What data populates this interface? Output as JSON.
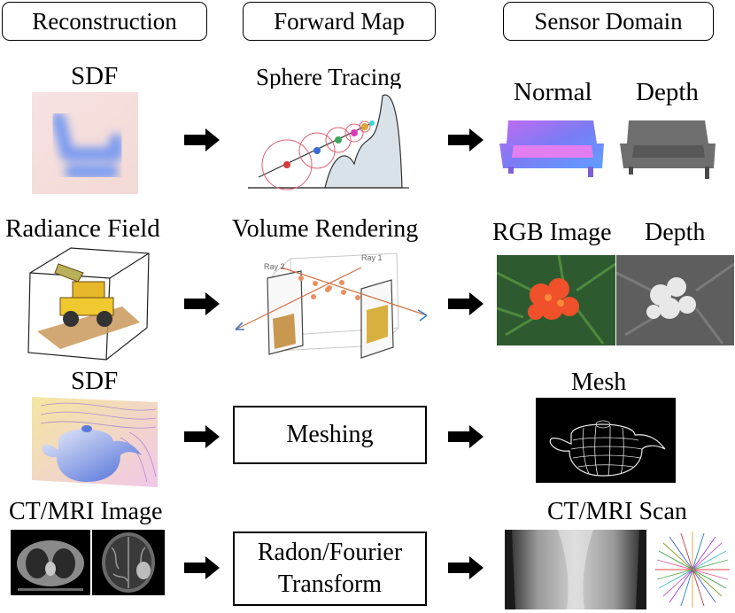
{
  "headers": {
    "reconstruction": "Reconstruction",
    "forward_map": "Forward Map",
    "sensor_domain": "Sensor Domain"
  },
  "rows": [
    {
      "recon_label": "SDF",
      "forward_label": "Sphere Tracing",
      "sensor_labels": [
        "Normal",
        "Depth"
      ]
    },
    {
      "recon_label": "Radiance Field",
      "forward_label": "Volume Rendering",
      "sensor_labels": [
        "RGB Image",
        "Depth"
      ],
      "ray_labels": [
        "Ray 2",
        "Ray 1"
      ]
    },
    {
      "recon_label": "SDF",
      "forward_box": "Meshing",
      "sensor_labels": [
        "Mesh"
      ]
    },
    {
      "recon_label": "CT/MRI Image",
      "forward_box_line1": "Radon/Fourier",
      "forward_box_line2": "Transform",
      "sensor_labels": [
        "CT/MRI Scan"
      ]
    }
  ],
  "colors": {
    "sdf_blue": "#7c9cf0",
    "normal_purple": "#8a6cf0",
    "flower_orange": "#f0502a",
    "foliage_green": "#2e5a30"
  }
}
